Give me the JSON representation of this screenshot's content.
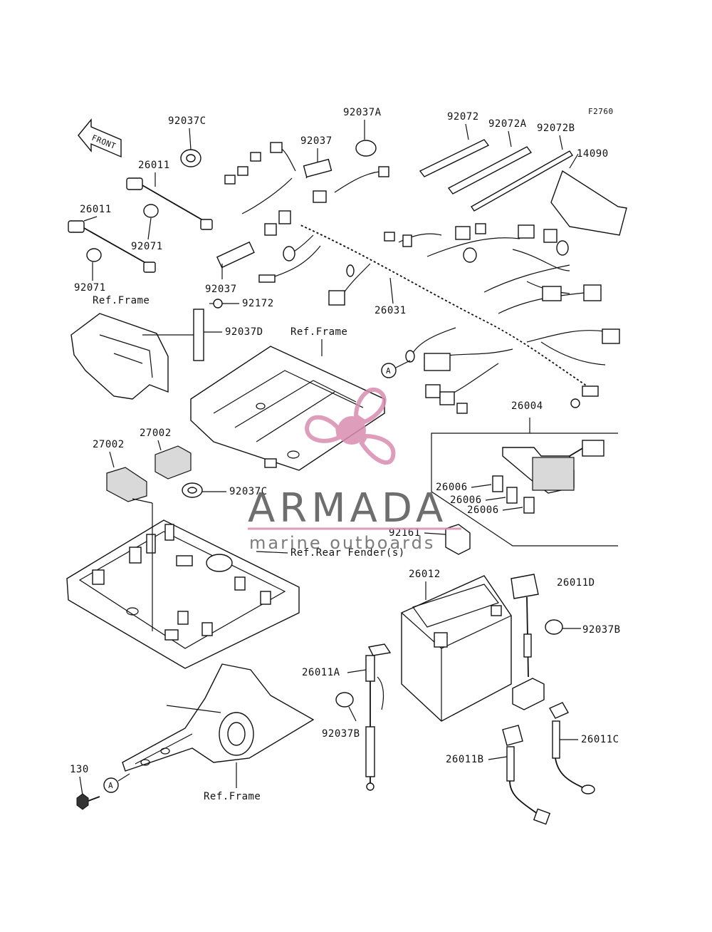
{
  "figure_code": "F2760",
  "front_label": "FRONT",
  "callouts": {
    "a_top": "A",
    "a_bottom": "A"
  },
  "parts": {
    "p92037C_top": "92037C",
    "p26011_upper": "26011",
    "p26011_lower": "26011",
    "p92071_upper": "92071",
    "p92071_lower": "92071",
    "p92037_mid": "92037",
    "p92037_low": "92037",
    "p92037A": "92037A",
    "p92072": "92072",
    "p92072A": "92072A",
    "p92072B": "92072B",
    "p14090": "14090",
    "p92172": "92172",
    "p92037D": "92037D",
    "p26031": "26031",
    "p26004": "26004",
    "p27002_right": "27002",
    "p27002_left": "27002",
    "p92037C_bottom": "92037C",
    "p26006_a": "26006",
    "p26006_b": "26006",
    "p26006_c": "26006",
    "p92161": "92161",
    "p26012": "26012",
    "p26011D": "26011D",
    "p92037B_right": "92037B",
    "p26011A": "26011A",
    "p92037B_left": "92037B",
    "p26011B": "26011B",
    "p26011C": "26011C",
    "p130": "130"
  },
  "refs": {
    "frame_left": "Ref.Frame",
    "frame_center": "Ref.Frame",
    "rear_fender": "Ref.Rear Fender(s)",
    "frame_bottom": "Ref.Frame"
  },
  "watermark": {
    "brand": "ARMADA",
    "tagline": "marine outboards",
    "accent": "#d98cb0"
  }
}
